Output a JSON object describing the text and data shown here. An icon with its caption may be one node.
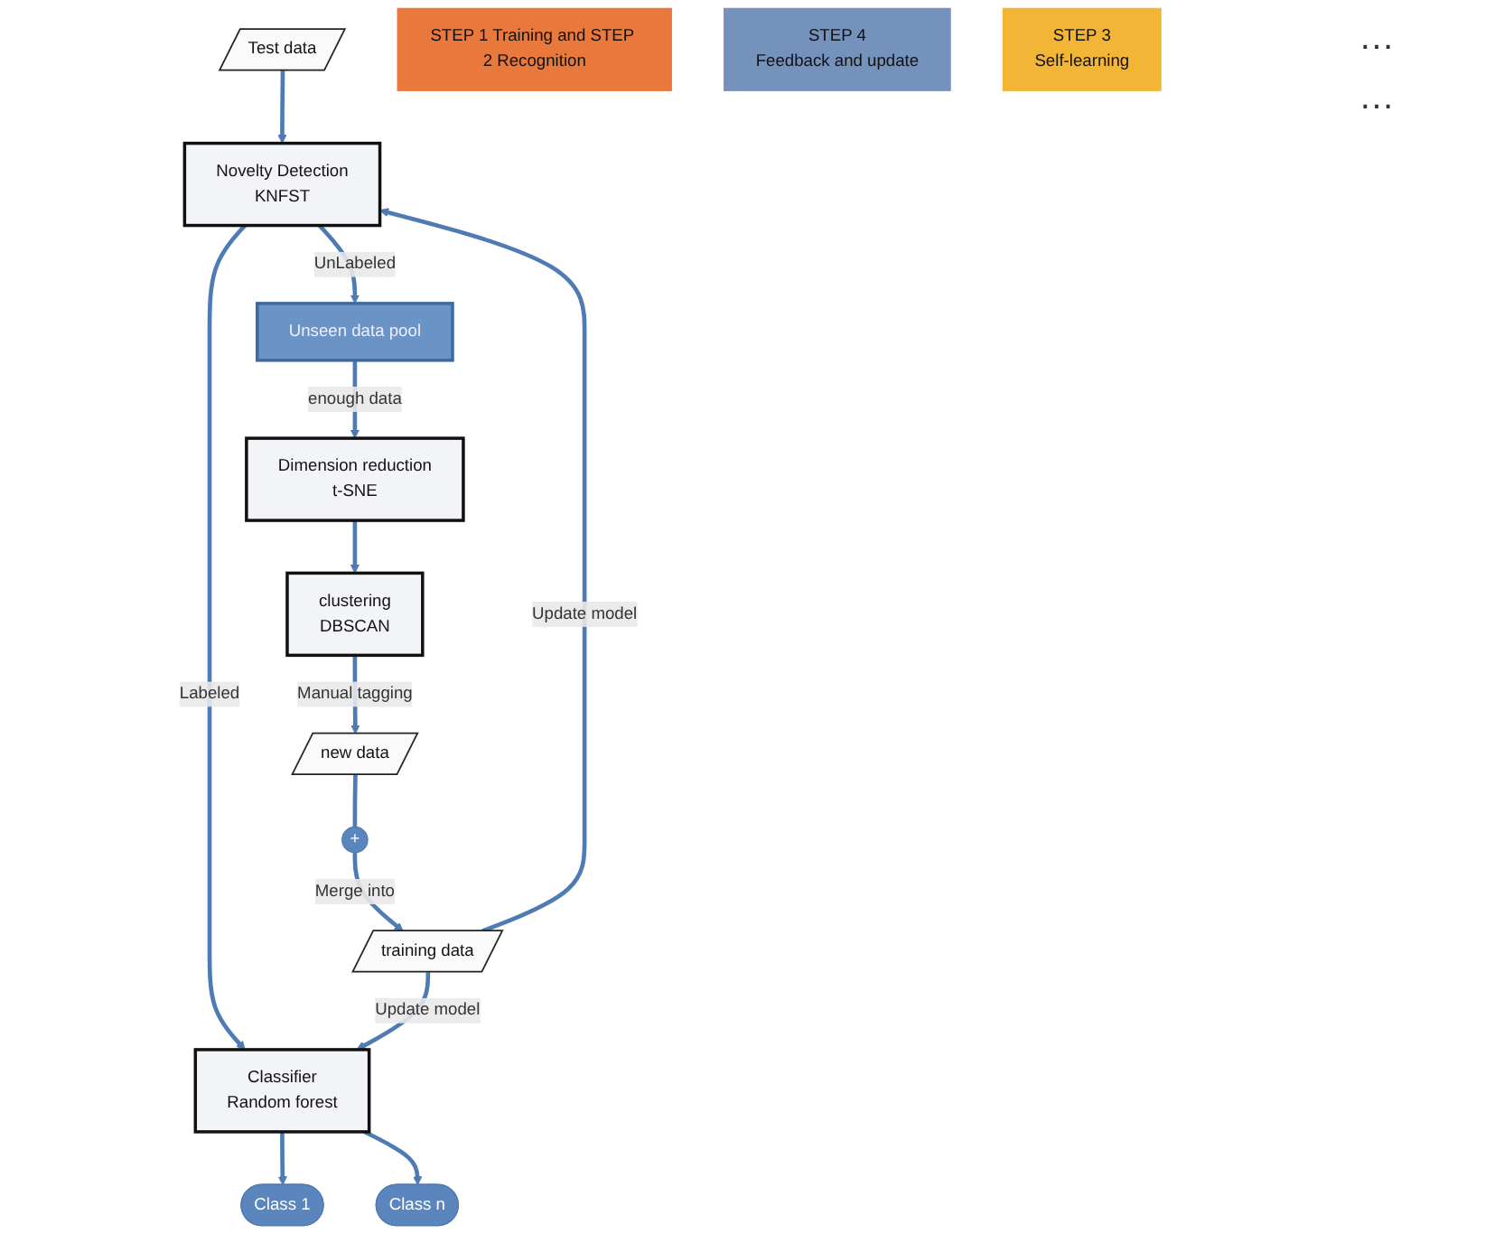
{
  "diagram": {
    "nodes": [
      {
        "text": [
          "Test data"
        ]
      },
      {
        "text": [
          "Novelty Detection",
          "KNFST"
        ]
      },
      {
        "text": [
          "Classifier",
          "Random forest"
        ]
      },
      {
        "text": [
          "Class 1"
        ]
      },
      {
        "text": [
          "Class n"
        ]
      },
      {
        "text": [
          "training data"
        ]
      },
      {
        "text": [
          "new data"
        ]
      },
      {
        "text": [
          "+"
        ]
      },
      {
        "text": [
          "Unseen data pool"
        ]
      },
      {
        "text": [
          "Dimension reduction",
          "t-SNE"
        ]
      },
      {
        "text": [
          "clustering",
          "DBSCAN"
        ]
      },
      {
        "text": [
          "STEP 1 Training and STEP 2 Recognition"
        ]
      },
      {
        "text": [
          "STEP 4",
          "Feedback and update"
        ]
      },
      {
        "text": [
          "STEP 3",
          "Self-learning"
        ]
      }
    ],
    "edges": [
      {
        "from": 0,
        "to": 1,
        "arrow": "to"
      },
      {
        "from": 1,
        "to": 2,
        "arrow": "to",
        "label": "Labeled"
      },
      {
        "from": 1,
        "to": 8,
        "arrow": "to",
        "label": "UnLabeled"
      },
      {
        "from": 5,
        "to": 1,
        "arrow": "to",
        "label": "Update model"
      },
      {
        "from": 5,
        "to": 2,
        "arrow": "to",
        "label": "Update model"
      },
      {
        "from": 2,
        "to": 3,
        "arrow": "to"
      },
      {
        "from": 2,
        "to": 4,
        "arrow": "to"
      },
      {
        "from": 8,
        "to": 9,
        "arrow": "to",
        "label": "enough data"
      },
      {
        "from": 9,
        "to": 10,
        "arrow": "to"
      },
      {
        "from": 10,
        "to": 6,
        "arrow": "to",
        "label": "Manual tagging"
      },
      {
        "from": 6,
        "to": 7,
        "arrow": "none"
      },
      {
        "from": 7,
        "to": 5,
        "arrow": "to",
        "label": "Merge into"
      }
    ],
    "labels": [
      "…",
      "…"
    ]
  }
}
